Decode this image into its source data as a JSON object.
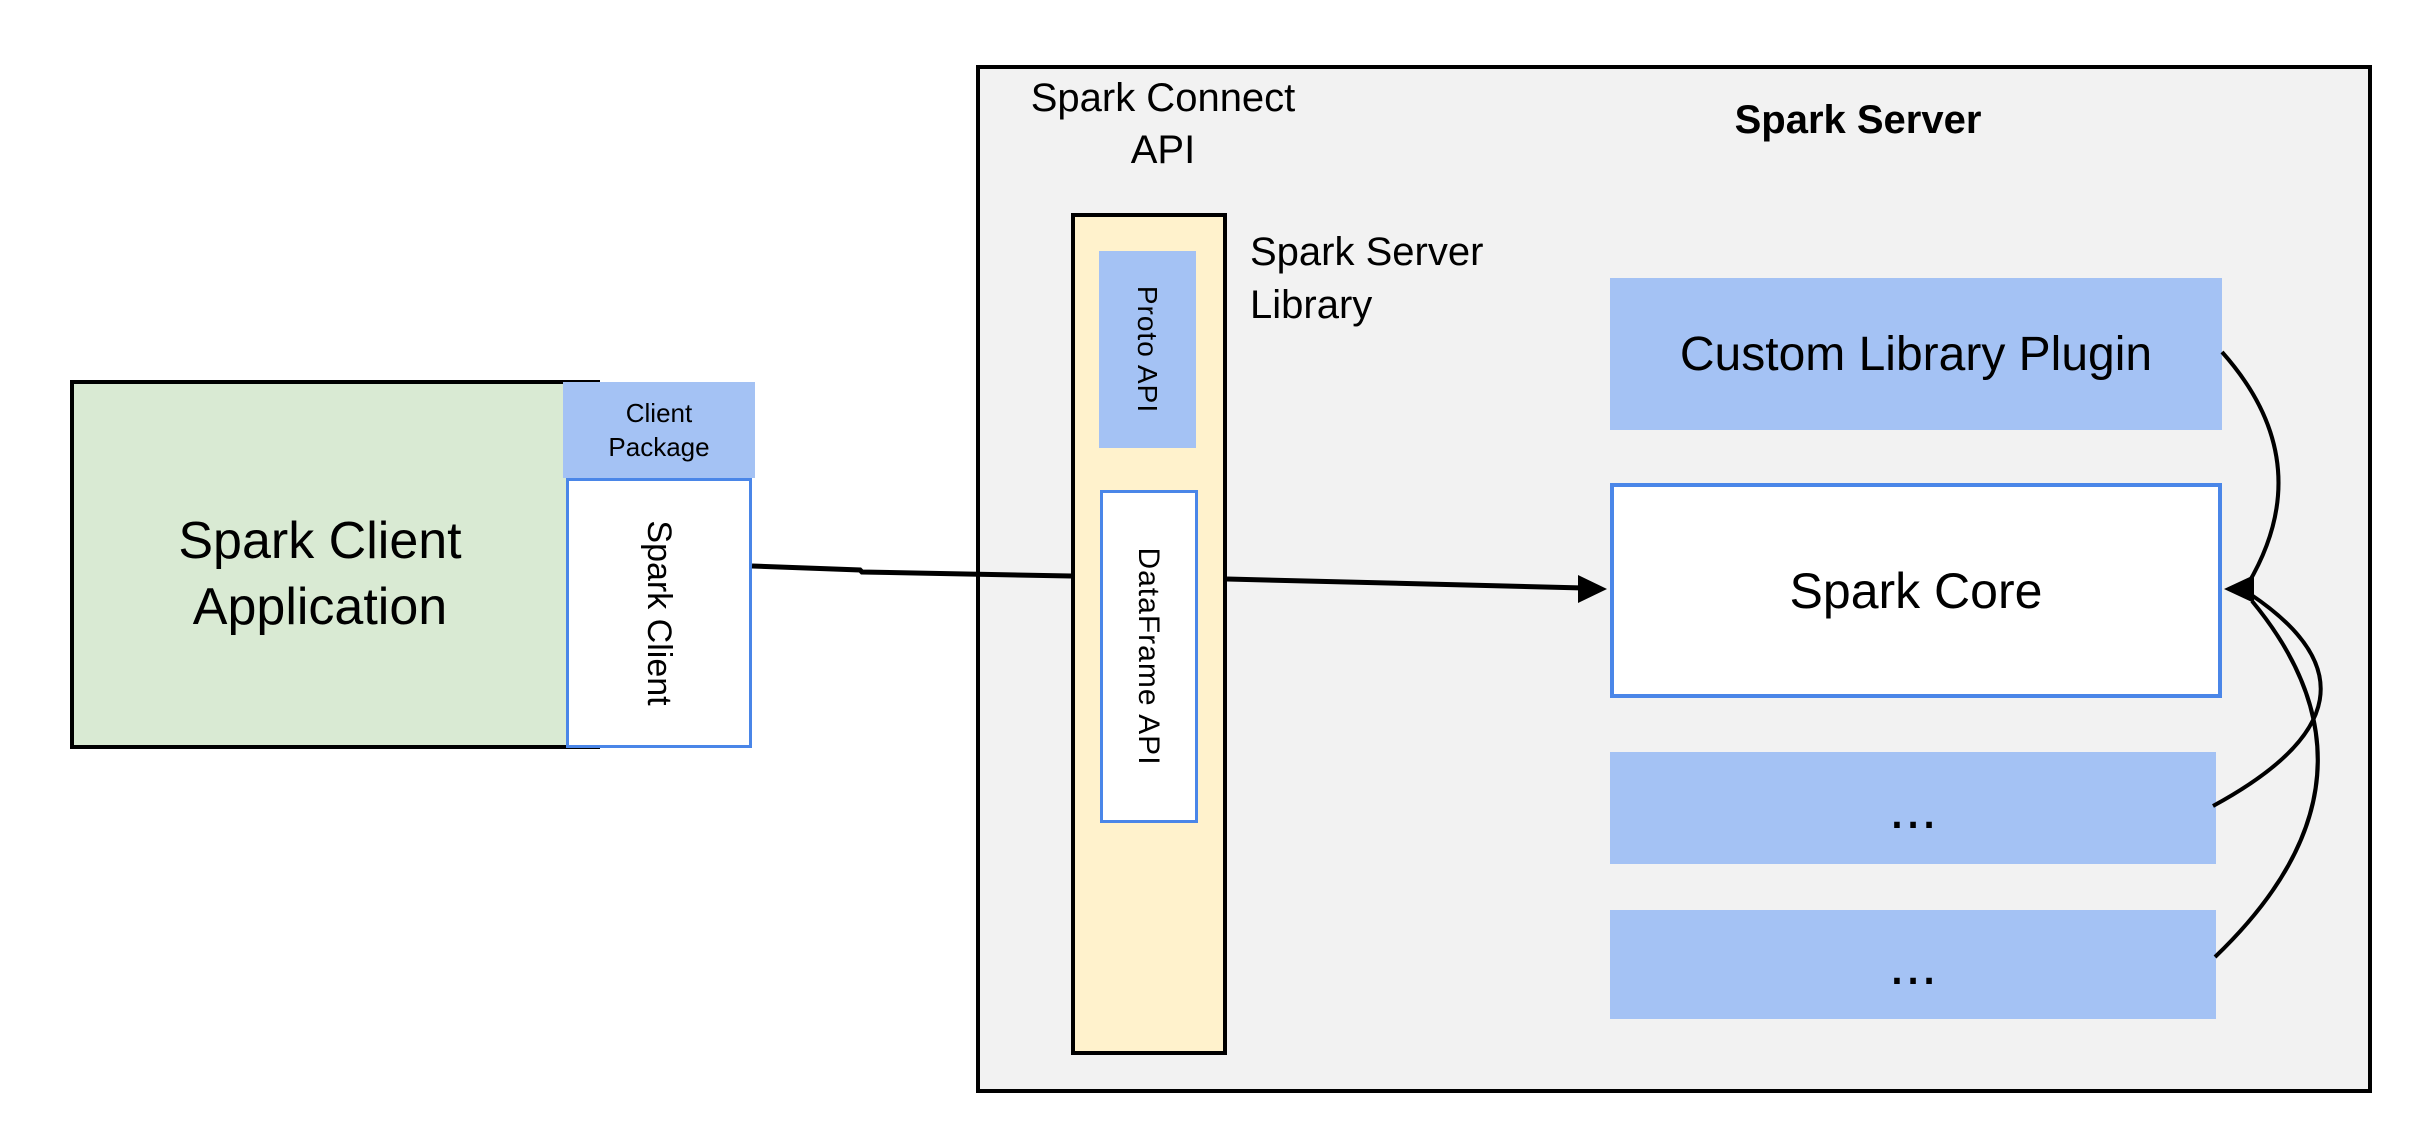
{
  "colors": {
    "green": "#d9ead3",
    "blue_fill": "#a4c2f4",
    "yellow": "#fff2cc",
    "gray": "#f2f2f2",
    "blue_border": "#4a86e8",
    "line": "#000000",
    "bg": "#ffffff",
    "text": "#000000"
  },
  "client": {
    "app_label": "Spark Client\nApplication",
    "package_label": "Client\nPackage",
    "client_label": "Spark Client"
  },
  "connect_api": {
    "label": "Spark Connect\nAPI"
  },
  "server": {
    "title": "Spark Server",
    "library_label": "Spark Server\nLibrary",
    "proto_api_label": "Proto API",
    "dataframe_api_label": "DataFrame API",
    "custom_plugin_label": "Custom Library Plugin",
    "spark_core_label": "Spark Core",
    "ellipsis_1_label": "...",
    "ellipsis_2_label": "..."
  },
  "arrows": [
    {
      "from": "spark-client",
      "to": "spark-server-library"
    },
    {
      "from": "spark-server-library",
      "to": "spark-core"
    },
    {
      "from": "custom-library-plugin",
      "to": "spark-core"
    },
    {
      "from": "ellipsis-1",
      "to": "spark-core"
    },
    {
      "from": "ellipsis-2",
      "to": "spark-core"
    }
  ]
}
